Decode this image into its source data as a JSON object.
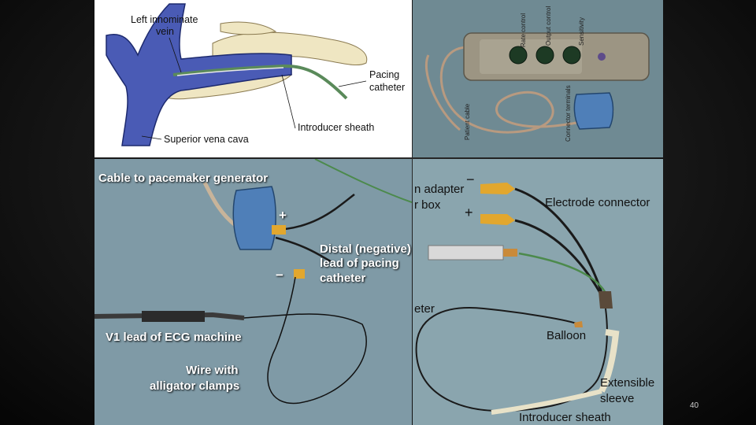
{
  "slide": {
    "page_number": "40"
  },
  "panel1": {
    "labels": {
      "innominate_line1": "Left innominate",
      "innominate_line2": "vein",
      "pacing_line1": "Pacing",
      "pacing_line2": "catheter",
      "introducer": "Introducer sheath",
      "svc": "Superior vena cava"
    }
  },
  "panel2": {
    "labels": {
      "rate": "Rate control",
      "output": "Output control",
      "sensitivity": "Sensitivity",
      "patient_cable": "Patient cable",
      "connector_terminals": "Connector terminals"
    }
  },
  "panel3": {
    "labels": {
      "cable": "Cable to pacemaker generator",
      "distal_line1": "Distal (negative)",
      "distal_line2": "lead of pacing",
      "distal_line3": "catheter",
      "v1": "V1 lead of ECG machine",
      "wire_line1": "Wire with",
      "wire_line2": "alligator clamps",
      "plus": "+",
      "minus": "−"
    }
  },
  "panel4": {
    "labels": {
      "adapter_line1": "n adapter",
      "adapter_line2": "r box",
      "electrode": "Electrode connector",
      "balloon": "Balloon",
      "extensible_line1": "Extensible",
      "extensible_line2": "sleeve",
      "introducer": "Introducer sheath",
      "catheter_frag": "eter",
      "plus": "+",
      "minus": "−"
    }
  },
  "colors": {
    "vein_blue": "#4a5bb5",
    "bone": "#efe6c2",
    "catheter_green": "#5a8a5a",
    "connector_blue": "#4f7fb8",
    "clip_yellow": "#e2a72e"
  }
}
